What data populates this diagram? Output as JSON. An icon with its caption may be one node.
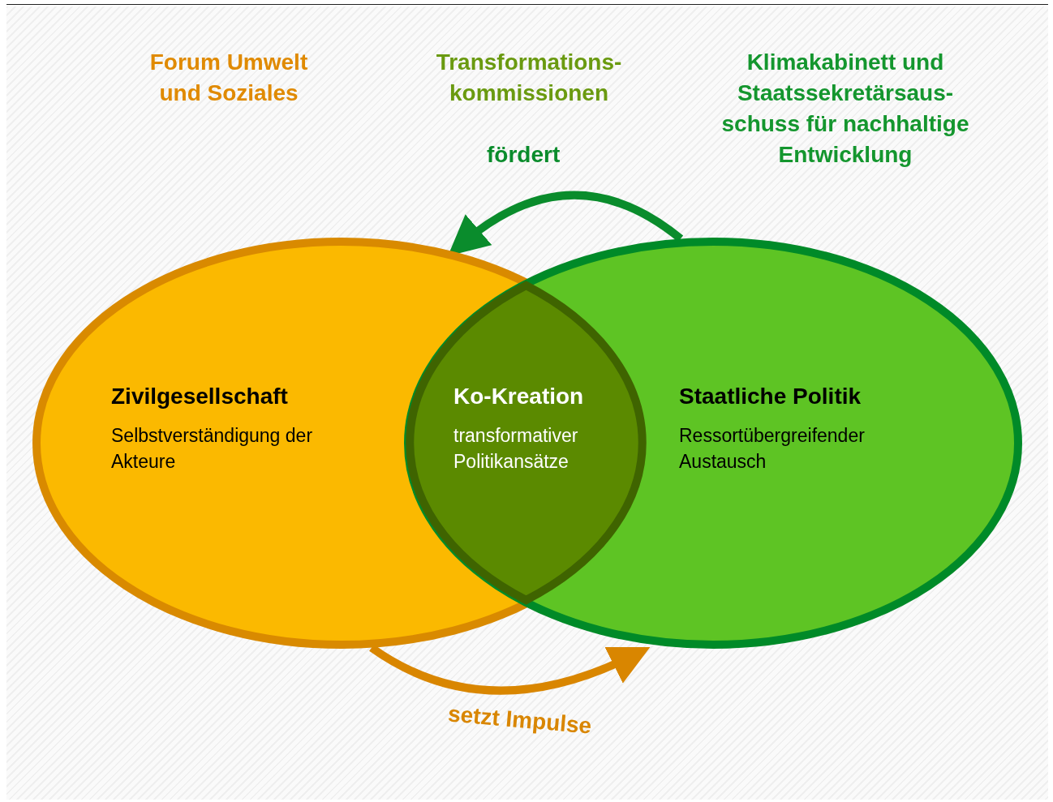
{
  "diagram": {
    "nodes": [
      {
        "text": [
          "Zivilgesellschaft",
          "Selbstverständigung der Akteure"
        ]
      },
      {
        "text": [
          "Staatliche Politik",
          "Ressortübergreifender Austausch"
        ]
      },
      {
        "text": [
          "Ko-Kreation",
          "transformativer Politikansätze"
        ]
      }
    ],
    "edges": [
      {
        "from": 1,
        "to": 0,
        "arrow": "to",
        "label": "fördert",
        "color": "#0a8c2c"
      },
      {
        "from": 0,
        "to": 1,
        "arrow": "to",
        "label": "setzt Impulse",
        "color": "#d98600"
      }
    ],
    "labels": [
      "Forum Umwelt und Soziales",
      "Transformations- kommissionen",
      "Klimakabinett und Staatssekretärsaus- schuss für nachhaltige Entwicklung"
    ]
  }
}
